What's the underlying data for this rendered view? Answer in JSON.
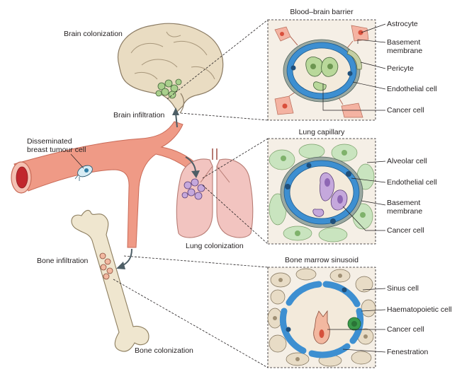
{
  "labels": {
    "brain_colonization": "Brain colonization",
    "brain_infiltration": "Brain infiltration",
    "disseminated_line1": "Disseminated",
    "disseminated_line2": "breast tumour cell",
    "lung_colonization": "Lung colonization",
    "bone_infiltration": "Bone infiltration",
    "bone_colonization": "Bone colonization"
  },
  "panels": {
    "bbb": {
      "title": "Blood–brain barrier",
      "callouts": [
        "Astrocyte",
        "Basement",
        "membrane",
        "Pericyte",
        "Endothelial cell",
        "Cancer cell"
      ]
    },
    "lung": {
      "title": "Lung capillary",
      "callouts": [
        "Alveolar cell",
        "Endothelial cell",
        "Basement",
        "membrane",
        "Cancer cell"
      ]
    },
    "bone": {
      "title": "Bone marrow sinusoid",
      "callouts": [
        "Sinus cell",
        "Haematopoietic cell",
        "Cancer cell",
        "Fenestration"
      ]
    }
  },
  "colors": {
    "vessel": "#ef9a86",
    "vessel_dark": "#d9705c",
    "endothelium": "#3d8fd1",
    "basement": "#8fa39a",
    "alveolar": "#c9e4bf",
    "astrocyte": "#f4b3a2",
    "cancer_brain": "#b9d89a",
    "cancer_lung": "#c5a8dc",
    "cancer_bone": "#f2b8a0",
    "haematopoietic": "#3a9a4a",
    "bone": "#efe6cf",
    "brain": "#e9dcc2",
    "lung": "#f2c4c0",
    "panel_bg": "#f5efe6"
  }
}
